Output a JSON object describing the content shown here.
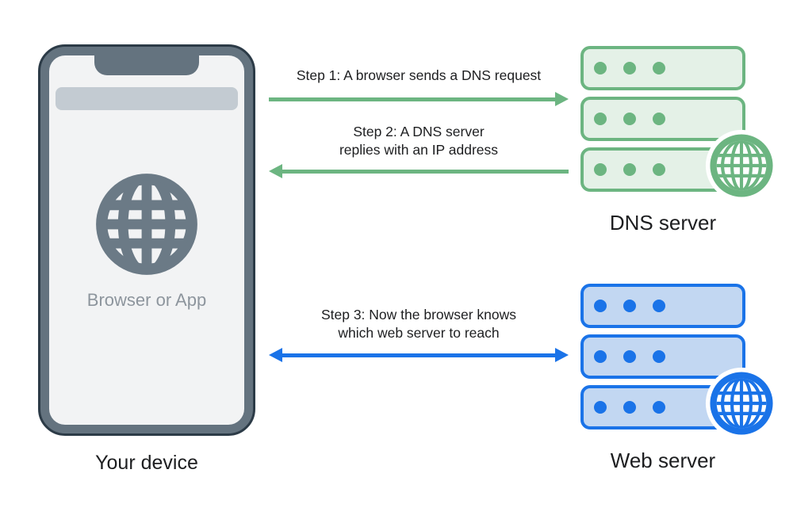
{
  "device": {
    "label": "Your device",
    "screen_label": "Browser or App"
  },
  "steps": [
    {
      "lines": [
        "Step 1: A browser sends a DNS request"
      ],
      "direction": "right",
      "arrow_color": "#6cb581"
    },
    {
      "lines": [
        "Step 2: A DNS server",
        "replies with an IP address"
      ],
      "direction": "left",
      "arrow_color": "#6cb581"
    },
    {
      "lines": [
        "Step 3: Now the browser knows",
        "which web server to reach"
      ],
      "direction": "both",
      "arrow_color": "#1a73e8"
    }
  ],
  "servers": [
    {
      "label": "DNS server",
      "accent_color": "#6cb581",
      "fill_color": "#e4f1e7",
      "rows": 3,
      "dots_per_row": 3,
      "badge": "globe-icon"
    },
    {
      "label": "Web server",
      "accent_color": "#1a73e8",
      "fill_color": "#c2d7f2",
      "rows": 3,
      "dots_per_row": 3,
      "badge": "globe-icon"
    }
  ],
  "colors": {
    "background": "#ffffff",
    "phone_frame": "#64737f",
    "phone_outline": "#2c3b47",
    "phone_screen": "#f2f3f4",
    "address_bar": "#c3cbd2",
    "phone_globe": "#6b7a86",
    "muted_text": "#8d959d",
    "text": "#1d1e20",
    "green": "#6cb581",
    "green_fill": "#e4f1e7",
    "blue": "#1a73e8",
    "blue_fill": "#c2d7f2"
  }
}
